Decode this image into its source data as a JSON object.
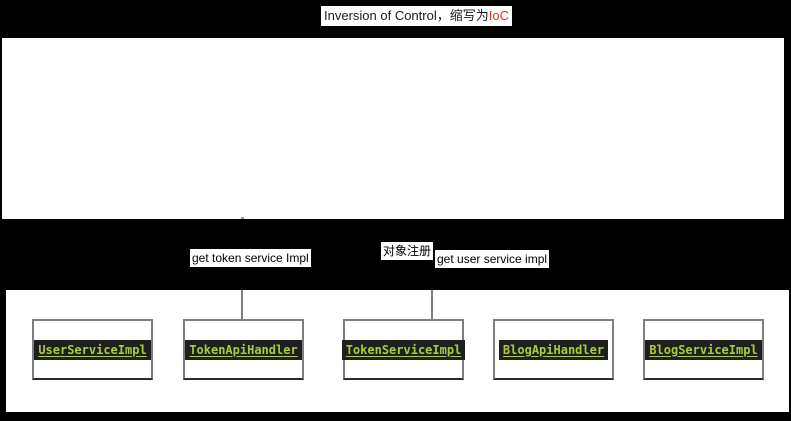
{
  "title": {
    "prefix": "Inversion of Control，缩写为",
    "highlight": "IoC"
  },
  "diagram": {
    "edge_labels": [
      {
        "text": "get token service Impl"
      },
      {
        "text": "对象注册"
      },
      {
        "text": "get user service impl"
      }
    ],
    "classes": [
      {
        "name": "UserServiceImpl"
      },
      {
        "name": "TokenApiHandler"
      },
      {
        "name": "TokenServiceImpl"
      },
      {
        "name": "BlogApiHandler"
      },
      {
        "name": "BlogServiceImpl"
      }
    ]
  },
  "colors": {
    "background": "#000000",
    "panel": "#ffffff",
    "title_highlight": "#f32b2b",
    "class_text": "#a6ce39",
    "class_chip_bg": "#1f1f1f",
    "box_border": "#7f7f7f"
  }
}
